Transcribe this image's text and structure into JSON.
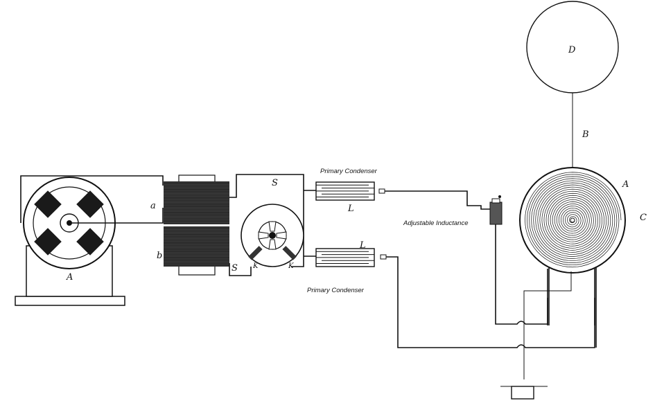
{
  "labels": {
    "generator": "A",
    "coil_a": "a",
    "coil_b": "b",
    "spark_gap_s_top": "S",
    "spark_gap_s_bottom": "S",
    "brush_k_left": "K",
    "brush_k_right": "K",
    "condenser_l_top": "L",
    "condenser_l_bottom": "L",
    "terminal_d": "D",
    "mast_b": "B",
    "spiral_a": "A",
    "spiral_c": "C"
  },
  "captions": {
    "primary_condenser_top": "Primary Condenser",
    "primary_condenser_bottom": "Primary Condenser",
    "adjustable_inductance": "Adjustable Inductance"
  }
}
